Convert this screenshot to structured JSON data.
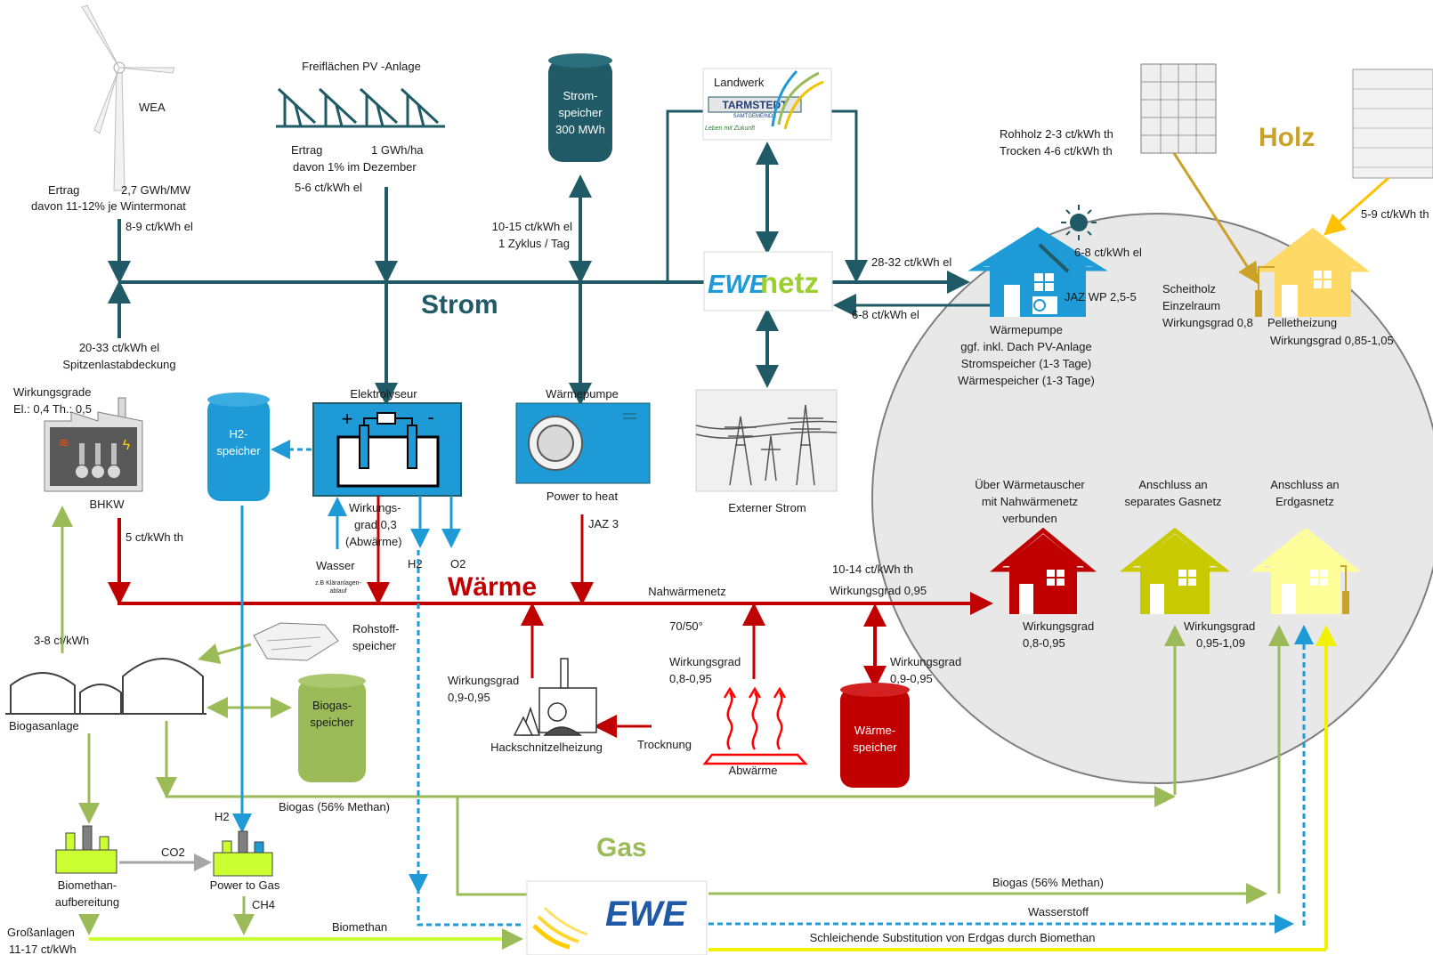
{
  "sections": {
    "strom": "Strom",
    "waerme": "Wärme",
    "gas": "Gas",
    "holz": "Holz"
  },
  "wea": {
    "name": "WEA",
    "ertrag_label": "Ertrag",
    "ertrag_value": "2,7 GWh/MW",
    "winter": "davon 11-12% je Wintermonat",
    "price": "8-9 ct/kWh el"
  },
  "pv": {
    "title": "Freiflächen PV -Anlage",
    "ertrag_label": "Ertrag",
    "ertrag_value": "1 GWh/ha",
    "december": "davon 1% im Dezember",
    "price": "5-6 ct/kWh el"
  },
  "stromspeicher": {
    "line1": "Strom-",
    "line2": "speicher",
    "line3": "300 MWh",
    "price": "10-15 ct/kWh el",
    "cycle": "1 Zyklus / Tag"
  },
  "landwerk": {
    "label": "Landwerk",
    "brand": "TARMSTEDT",
    "sub": "SAMTGEMEINDE",
    "slogan": "Leben mit Zukunft"
  },
  "ewenetz": {
    "part1": "EWE",
    "part2": "netz"
  },
  "bhkw": {
    "price_top": "20-33 ct/kWh el",
    "desc": "Spitzenlastabdeckung",
    "eff_label": "Wirkungsgrade",
    "eff_values": "El.: 0,4  Th.: 0,5",
    "name": "BHKW",
    "heat_price": "5 ct/kWh th"
  },
  "h2speicher": {
    "line1": "H2-",
    "line2": "speicher"
  },
  "elektrolyseur": {
    "title": "Elektrolyseur",
    "plus": "+",
    "minus": "-",
    "eff1": "Wirkungs-",
    "eff2": "grad 0,3",
    "eff3": "(Abwärme)",
    "wasser": "Wasser",
    "wasser_note1": "z.B Kläranlagen-",
    "wasser_note2": "ablauf",
    "h2": "H2",
    "o2": "O2"
  },
  "waermepumpe_center": {
    "title": "Wärmepumpe",
    "label": "Power to heat",
    "jaz": "JAZ 3"
  },
  "extern": {
    "label": "Externer Strom"
  },
  "house_wp": {
    "buy_price": "28-32 ct/kWh el",
    "sell_price": "6-8 ct/kWh el",
    "pv_price": "6-8 ct/kWh el",
    "jaz": "JAZ WP 2,5-5",
    "name": "Wärmepumpe",
    "l2": "ggf. inkl. Dach PV-Anlage",
    "l3": "Stromspeicher (1-3 Tage)",
    "l4": "Wärmespeicher (1-3 Tage)"
  },
  "holz": {
    "rohholz": "Rohholz 2-3 ct/kWh th",
    "trocken": "Trocken 4-6 ct/kWh th",
    "pellet_price": "5-9 ct/kWh th",
    "scheitholz1": "Scheitholz",
    "scheitholz2": "Einzelraum",
    "scheitholz3": "Wirkungsgrad 0,8",
    "pellet1": "Pelletheizung",
    "pellet2": "Wirkungsgrad  0,85-1,05"
  },
  "houses": {
    "nahwaerme1": "Über Wärmetauscher",
    "nahwaerme2": "mit Nahwärmenetz",
    "nahwaerme3": "verbunden",
    "gasnetz1": "Anschluss an",
    "gasnetz2": "separates Gasnetz",
    "erdgas1": "Anschluss an",
    "erdgas2": "Erdgasnetz",
    "eff_red1": "Wirkungsgrad",
    "eff_red2": "0,8-0,95",
    "eff_olive1": "Wirkungsgrad",
    "eff_olive2": "0,95-1,09"
  },
  "nahwaermenetz": {
    "label": "Nahwärmenetz",
    "temp": "70/50°",
    "price": "10-14 ct/kWh th",
    "eff": "Wirkungsgrad  0,95"
  },
  "hackschnitzel": {
    "eff1": "Wirkungsgrad",
    "eff2": "0,9-0,95",
    "name": "Hackschnitzelheizung",
    "trocknung": "Trocknung"
  },
  "abwaerme": {
    "eff1": "Wirkungsgrad",
    "eff2": "0,8-0,95",
    "name": "Abwärme"
  },
  "waermespeicher": {
    "eff1": "Wirkungsgrad",
    "eff2": "0,9-0,95",
    "line1": "Wärme-",
    "line2": "speicher"
  },
  "biogas": {
    "price": "3-8 ct/kWh",
    "rohstoff1": "Rohstoff-",
    "rohstoff2": "speicher",
    "anlage": "Biogasanlage",
    "speicher1": "Biogas-",
    "speicher2": "speicher",
    "methan": "Biogas (56% Methan)"
  },
  "biomethan": {
    "l1": "Biomethan-",
    "l2": "aufbereitung",
    "co2": "CO2",
    "h2": "H2",
    "p2g": "Power to Gas",
    "ch4": "CH4",
    "gross1": "Großanlagen",
    "gross2": "11-17 ct/kWh",
    "biomethan": "Biomethan"
  },
  "ewe": {
    "logo": "EWE",
    "biogas": "Biogas (56% Methan)",
    "wasserstoff": "Wasserstoff",
    "substitution": "Schleichende Substitution von Erdgas durch Biomethan"
  },
  "colors": {
    "strom": "#1f5a66",
    "waerme": "#c00000",
    "gas": "#9bbb59",
    "holz": "#c9a227",
    "blue": "#1e9bd7",
    "yellow": "#ffff00",
    "circle": "#e8e8e8"
  }
}
